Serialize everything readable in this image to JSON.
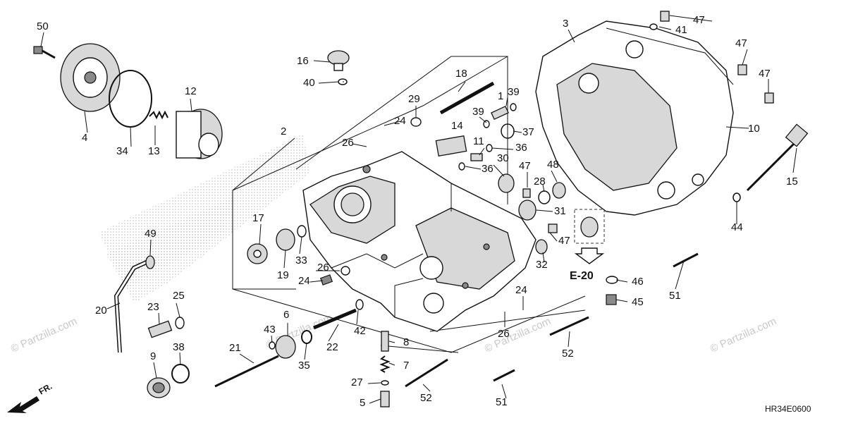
{
  "diagram": {
    "code": "HR34E0600",
    "reference": "E-20",
    "direction": "FR.",
    "watermark": "© Partzilla.com",
    "callouts": [
      "1",
      "2",
      "3",
      "4",
      "5",
      "6",
      "7",
      "8",
      "9",
      "10",
      "11",
      "12",
      "13",
      "14",
      "15",
      "16",
      "17",
      "18",
      "19",
      "20",
      "21",
      "22",
      "23",
      "24",
      "25",
      "26",
      "27",
      "28",
      "29",
      "30",
      "31",
      "32",
      "33",
      "34",
      "35",
      "36",
      "37",
      "38",
      "39",
      "40",
      "41",
      "42",
      "43",
      "44",
      "45",
      "46",
      "47",
      "48",
      "49",
      "50",
      "51",
      "52"
    ]
  }
}
